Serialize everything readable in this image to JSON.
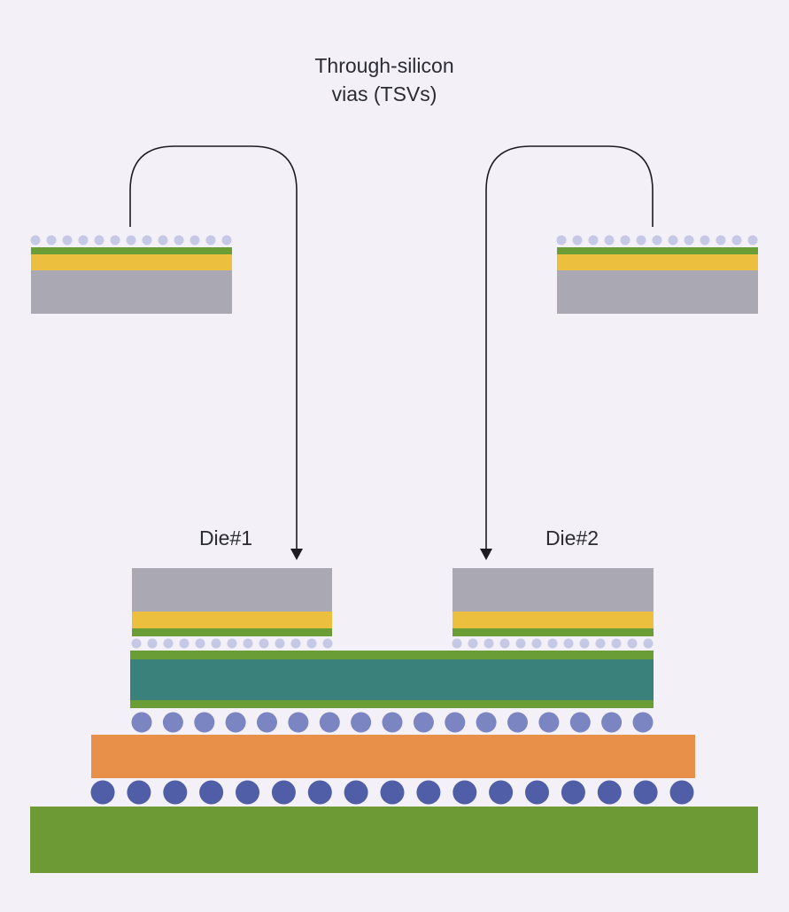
{
  "title": {
    "line1": "Through-silicon",
    "line2": "vias (TSVs)"
  },
  "dies": [
    {
      "label": "Die#1"
    },
    {
      "label": "Die#2"
    }
  ],
  "colors": {
    "background": "#f3f0f7",
    "die_silicon": "#a9a8b3",
    "die_metal_layer": "#ecbf3f",
    "die_green_layer": "#6a9d35",
    "microbump": "#c6c9e6",
    "interposer_core": "#3a817b",
    "interposer_edge": "#6a9d35",
    "c4_bump": "#7a85c1",
    "package_substrate": "#e8904a",
    "bga_ball": "#4f5ea6",
    "pcb": "#6d9a35",
    "arrow": "#1c1c22"
  }
}
